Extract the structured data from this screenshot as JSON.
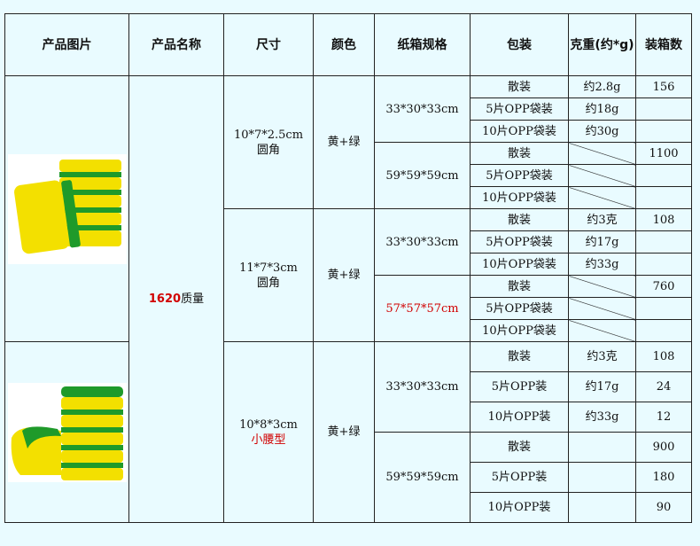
{
  "headers": [
    "产品图片",
    "产品名称",
    "尺寸",
    "颜色",
    "纸箱规格",
    "包装",
    "克重(约*g)",
    "装箱数"
  ],
  "product_name": {
    "model": "1620",
    "suffix": "质量"
  },
  "sizes": [
    {
      "dim": "10*7*2.5cm",
      "shape": "圆角",
      "color": "黄+绿"
    },
    {
      "dim": "11*7*3cm",
      "shape": "圆角",
      "color": "黄+绿"
    },
    {
      "dim": "10*8*3cm",
      "shape": "小腰型",
      "color": "黄+绿"
    }
  ],
  "cartons": [
    "33*30*33cm",
    "59*59*59cm",
    "33*30*33cm",
    "57*57*57cm",
    "33*30*33cm",
    "59*59*59cm"
  ],
  "rows": [
    {
      "pack": "散装",
      "weight": "约2.8g",
      "count": "156"
    },
    {
      "pack": "5片OPP袋装",
      "weight": "约18g",
      "count": ""
    },
    {
      "pack": "10片OPP袋装",
      "weight": "约30g",
      "count": ""
    },
    {
      "pack": "散装",
      "weight": "",
      "count": "1100"
    },
    {
      "pack": "5片OPP袋装",
      "weight": "",
      "count": ""
    },
    {
      "pack": "10片OPP袋装",
      "weight": "",
      "count": ""
    },
    {
      "pack": "散装",
      "weight": "约3克",
      "count": "108"
    },
    {
      "pack": "5片OPP袋装",
      "weight": "约17g",
      "count": ""
    },
    {
      "pack": "10片OPP袋装",
      "weight": "约33g",
      "count": ""
    },
    {
      "pack": "散装",
      "weight": "",
      "count": "760"
    },
    {
      "pack": "5片OPP袋装",
      "weight": "",
      "count": ""
    },
    {
      "pack": "10片OPP袋装",
      "weight": "",
      "count": ""
    },
    {
      "pack": "散装",
      "weight": "约3克",
      "count": "108"
    },
    {
      "pack": "5片OPP装",
      "weight": "约17g",
      "count": "24"
    },
    {
      "pack": "10片OPP装",
      "weight": "约33g",
      "count": "12"
    },
    {
      "pack": "散装",
      "weight": "",
      "count": "900"
    },
    {
      "pack": "5片OPP装",
      "weight": "",
      "count": "180"
    },
    {
      "pack": "10片OPP装",
      "weight": "",
      "count": "90"
    }
  ],
  "colors": {
    "background": "#e9fbff",
    "sponge_yellow": "#f3e000",
    "sponge_green": "#1f9a2a",
    "accent_red": "#d10000"
  }
}
